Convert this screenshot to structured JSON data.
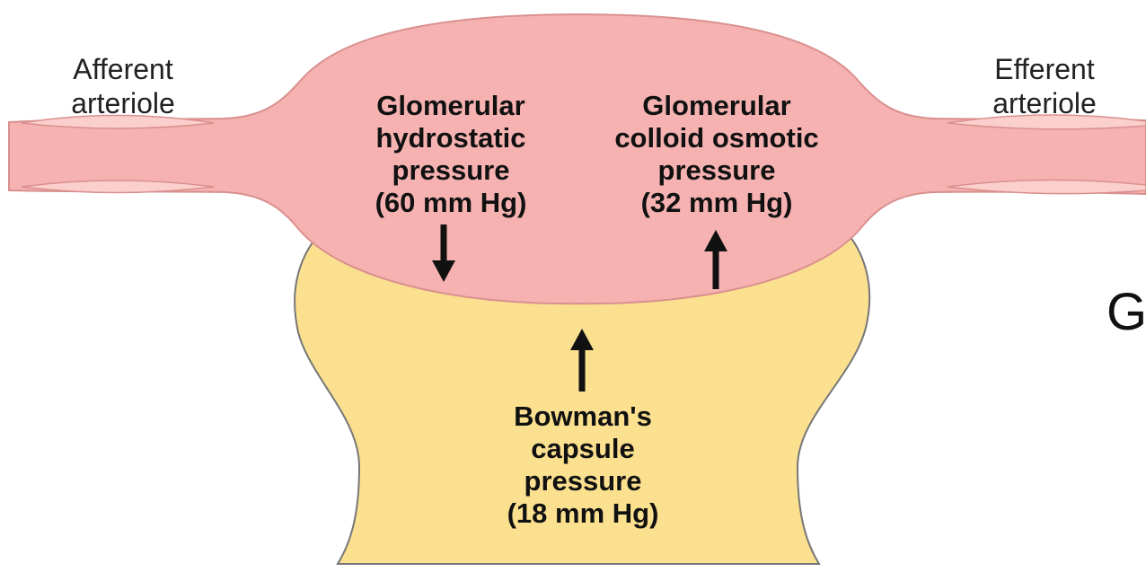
{
  "labels": {
    "afferent": [
      "Afferent",
      "arteriole"
    ],
    "efferent": [
      "Efferent",
      "arteriole"
    ],
    "glomerular_hydrostatic": [
      "Glomerular",
      "hydrostatic",
      "pressure",
      "(60 mm Hg)"
    ],
    "glomerular_colloid_osmotic": [
      "Glomerular",
      "colloid osmotic",
      "pressure",
      "(32 mm Hg)"
    ],
    "bowman_capsule": [
      "Bowman's",
      "capsule",
      "pressure",
      "(18 mm Hg)"
    ]
  },
  "cropped_glyph": "G",
  "colors": {
    "glomerulus_fill": "#f5b2b0",
    "glomerulus_stroke": "#d9908f",
    "capsule_fill": "#fbe08f",
    "capsule_stroke": "#777777",
    "vessel_lumen": "#fbd0cc",
    "arrow": "#111111"
  },
  "icons": {
    "hydrostatic_arrow": "arrow-down-icon",
    "osmotic_arrow": "arrow-up-icon",
    "capsule_arrow": "arrow-up-icon"
  }
}
